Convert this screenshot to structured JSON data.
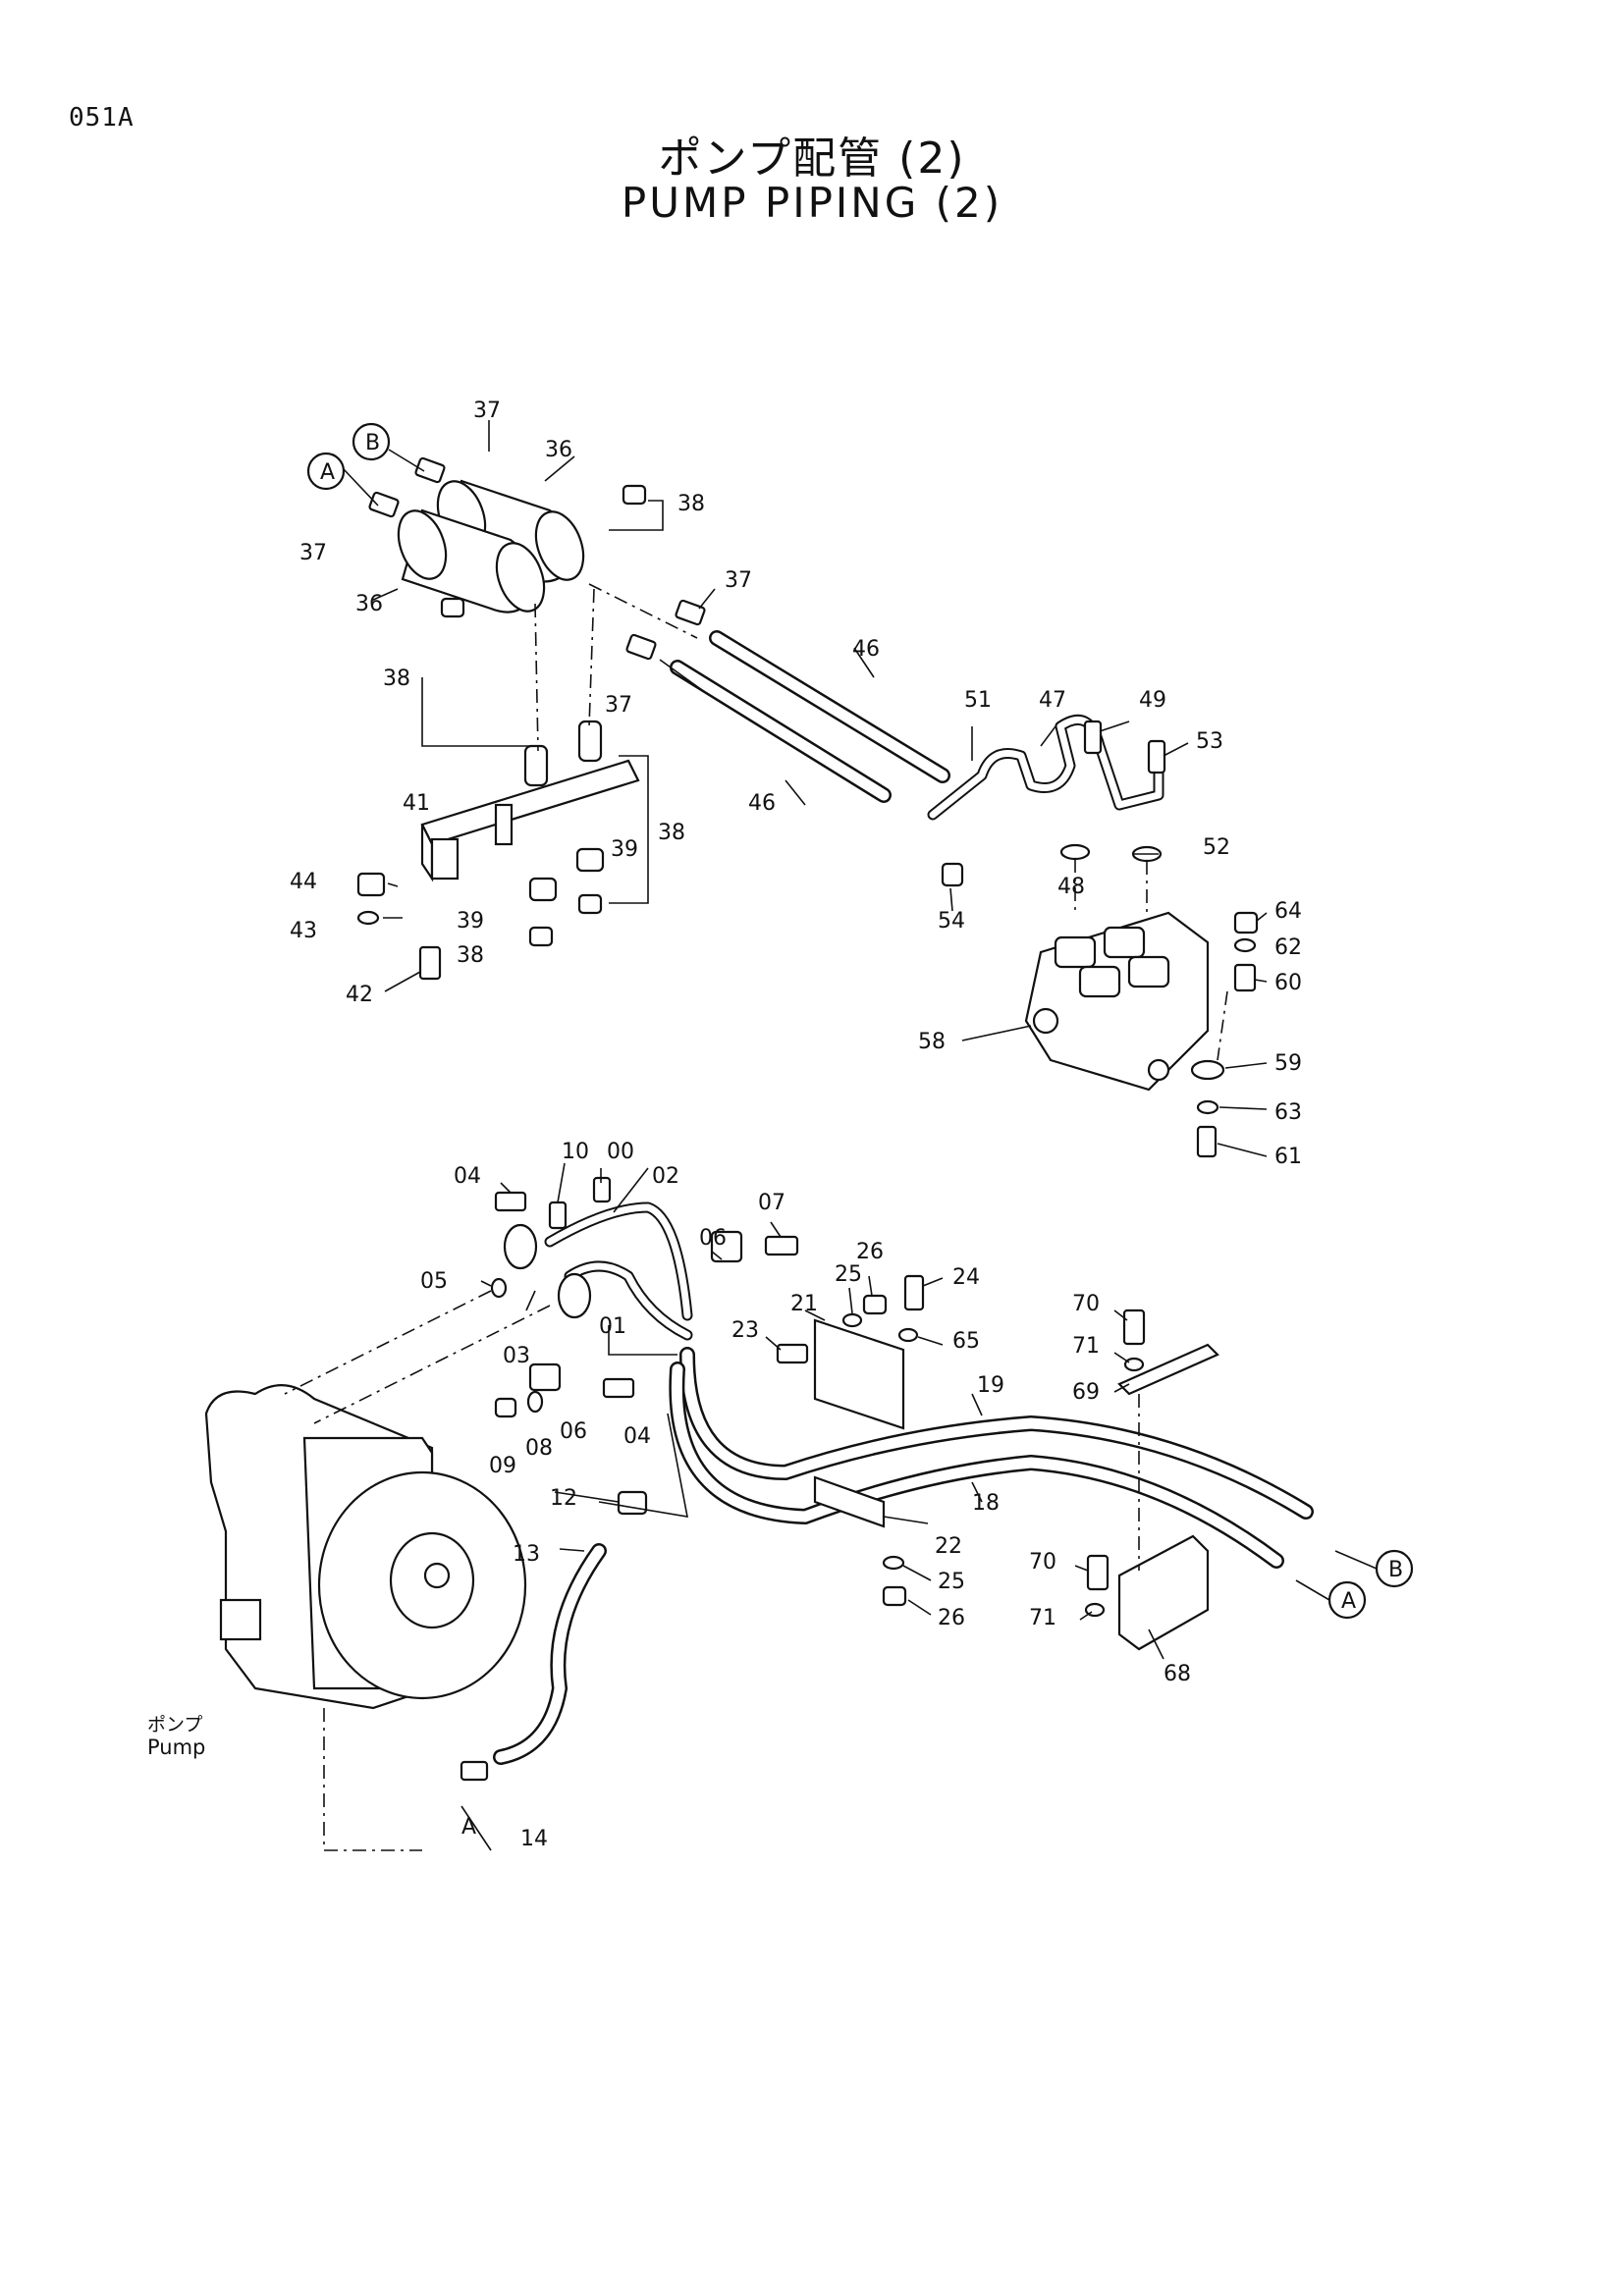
{
  "page_code": "051A",
  "title_jp": "ポンプ配管 (2)",
  "title_en": "PUMP PIPING (2)",
  "pump_label_jp": "ポンプ",
  "pump_label_en": "Pump",
  "connectors": {
    "a": "A",
    "b": "B"
  },
  "parts_upper": {
    "p36a": "36",
    "p36b": "36",
    "p37a": "37",
    "p37b": "37",
    "p37c": "37",
    "p37d": "37",
    "p38a": "38",
    "p38b": "38",
    "p38c": "38",
    "p38d": "38",
    "p39a": "39",
    "p39b": "39",
    "p41": "41",
    "p42": "42",
    "p43": "43",
    "p44": "44",
    "p46a": "46",
    "p46b": "46",
    "p47": "47",
    "p48": "48",
    "p49": "49",
    "p51": "51",
    "p52": "52",
    "p53": "53",
    "p54": "54",
    "p58": "58",
    "p59": "59",
    "p60": "60",
    "p61": "61",
    "p62": "62",
    "p63": "63",
    "p64": "64"
  },
  "parts_lower": {
    "p00": "00",
    "p01": "01",
    "p02": "02",
    "p03": "03",
    "p04a": "04",
    "p04b": "04",
    "p05": "05",
    "p06a": "06",
    "p06b": "06",
    "p07": "07",
    "p08": "08",
    "p09": "09",
    "p10": "10",
    "p12": "12",
    "p13": "13",
    "p14": "14",
    "p14a": "A",
    "p18": "18",
    "p19": "19",
    "p21": "21",
    "p22": "22",
    "p23": "23",
    "p24": "24",
    "p25a": "25",
    "p25b": "25",
    "p26a": "26",
    "p26b": "26",
    "p65": "65",
    "p68": "68",
    "p69": "69",
    "p70a": "70",
    "p70b": "70",
    "p71a": "71",
    "p71b": "71"
  }
}
